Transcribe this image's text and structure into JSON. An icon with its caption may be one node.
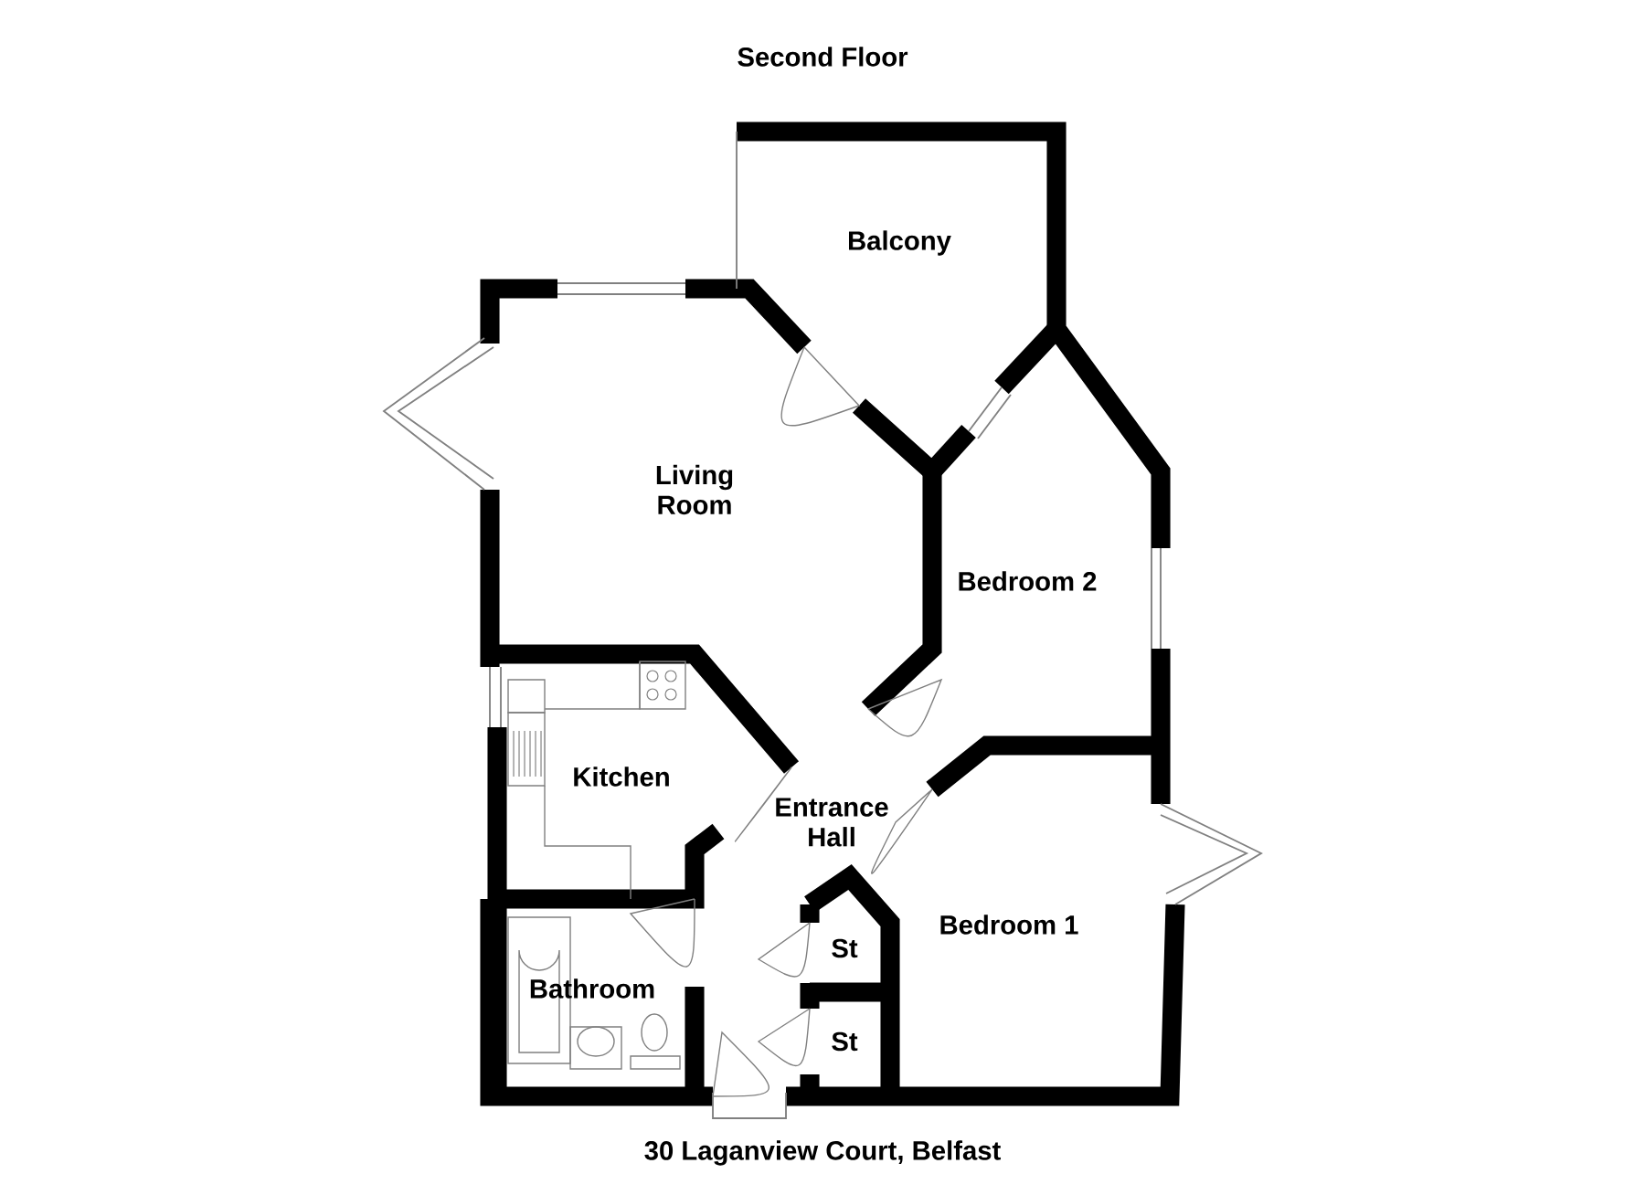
{
  "diagram": {
    "title": "Second Floor",
    "caption": "30 Laganview Court, Belfast",
    "labels": [
      "Balcony",
      "Living Room",
      "Bedroom 2",
      "Kitchen",
      "Entrance Hall",
      "Bedroom 1",
      "St",
      "Bathroom",
      "St"
    ]
  }
}
